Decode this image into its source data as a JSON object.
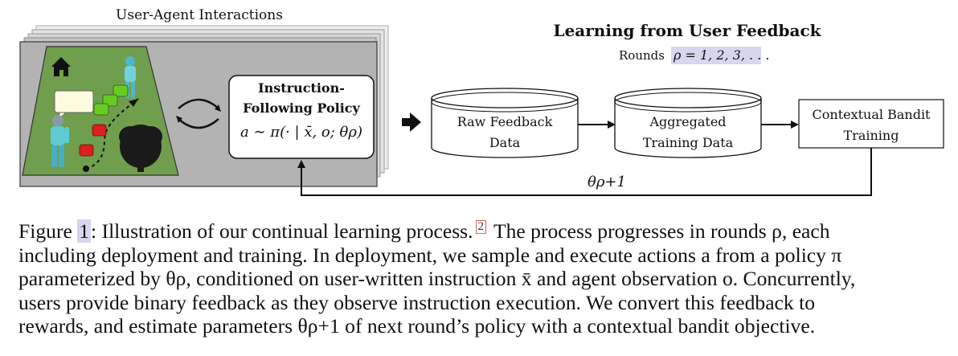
{
  "panel_title": "User-Agent Interactions",
  "policy_box": {
    "line1": "Instruction-",
    "line2": "Following Policy",
    "formula": "a ∼ π(· | x̄, o; θρ)"
  },
  "learning": {
    "title": "Learning from User Feedback",
    "rounds_label": "Rounds",
    "rounds_formula": "ρ = 1, 2, 3, . . ."
  },
  "cylinders": [
    {
      "line1": "Raw Feedback",
      "line2": "Data"
    },
    {
      "line1": "Aggregated",
      "line2": "Training Data"
    }
  ],
  "bandit_box": {
    "line1": "Contextual Bandit",
    "line2": "Training"
  },
  "feedback_label": "θρ+1",
  "caption": {
    "figure_label": "Figure",
    "figure_number": "1",
    "footnote_mark": "2",
    "line1_a": ": Illustration of our continual learning process.",
    "line1_b": " The process progresses in rounds ρ, each",
    "line2": "including deployment and training. In deployment, we sample and execute actions a from a policy π",
    "line3": "parameterized by θρ, conditioned on user-written instruction x̄ and agent observation o. Concurrently,",
    "line4": "users provide binary feedback as they observe instruction execution. We convert this feedback to",
    "line5": "rewards, and estimate parameters θρ+1 of next round’s policy with a contextual bandit objective."
  },
  "colors": {
    "grass": "#6f9f4c",
    "panel_bg": "#b3b3b3",
    "thumb_up": "#66cc22",
    "thumb_down": "#dd1f1f",
    "highlight": "#d6d6ee"
  }
}
